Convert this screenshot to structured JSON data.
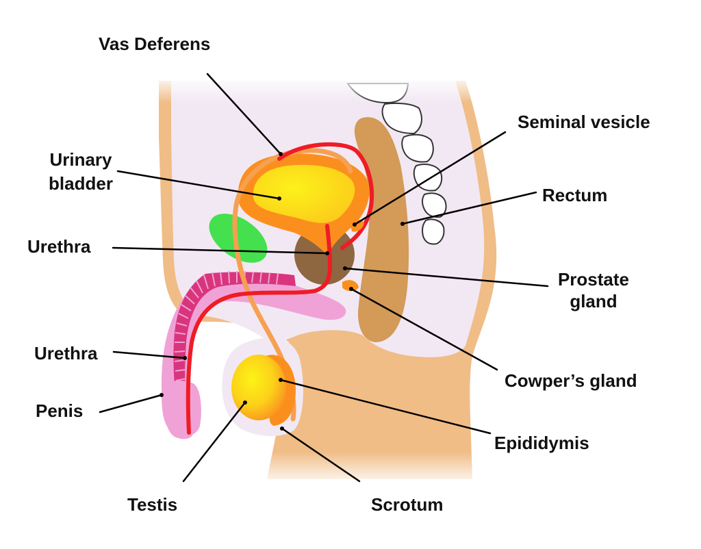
{
  "labels": {
    "vas_deferens": "Vas Deferens",
    "urinary_bladder_1": "Urinary",
    "urinary_bladder_2": "bladder",
    "urethra_upper": "Urethra",
    "urethra_lower": "Urethra",
    "penis": "Penis",
    "testis": "Testis",
    "scrotum": "Scrotum",
    "seminal_vesicle": "Seminal vesicle",
    "rectum": "Rectum",
    "prostate_gland_1": "Prostate",
    "prostate_gland_2": "gland",
    "cowpers_gland": "Cowper’s gland",
    "epididymis": "Epididymis"
  },
  "colors": {
    "body_background": "#f2e8f3",
    "skin": "#f0bd87",
    "rectum": "#d39a58",
    "bladder_outer": "#fb8f1e",
    "bladder_inner": "#fce51b",
    "urethra": "#ee1c25",
    "prostate": "#8e6640",
    "pubic_bone": "#44e04d",
    "penis_tissue": "#f0a2d7",
    "corpus": "#d9357c",
    "vas_deferens": "#f6a052",
    "leader_line": "#000000"
  }
}
